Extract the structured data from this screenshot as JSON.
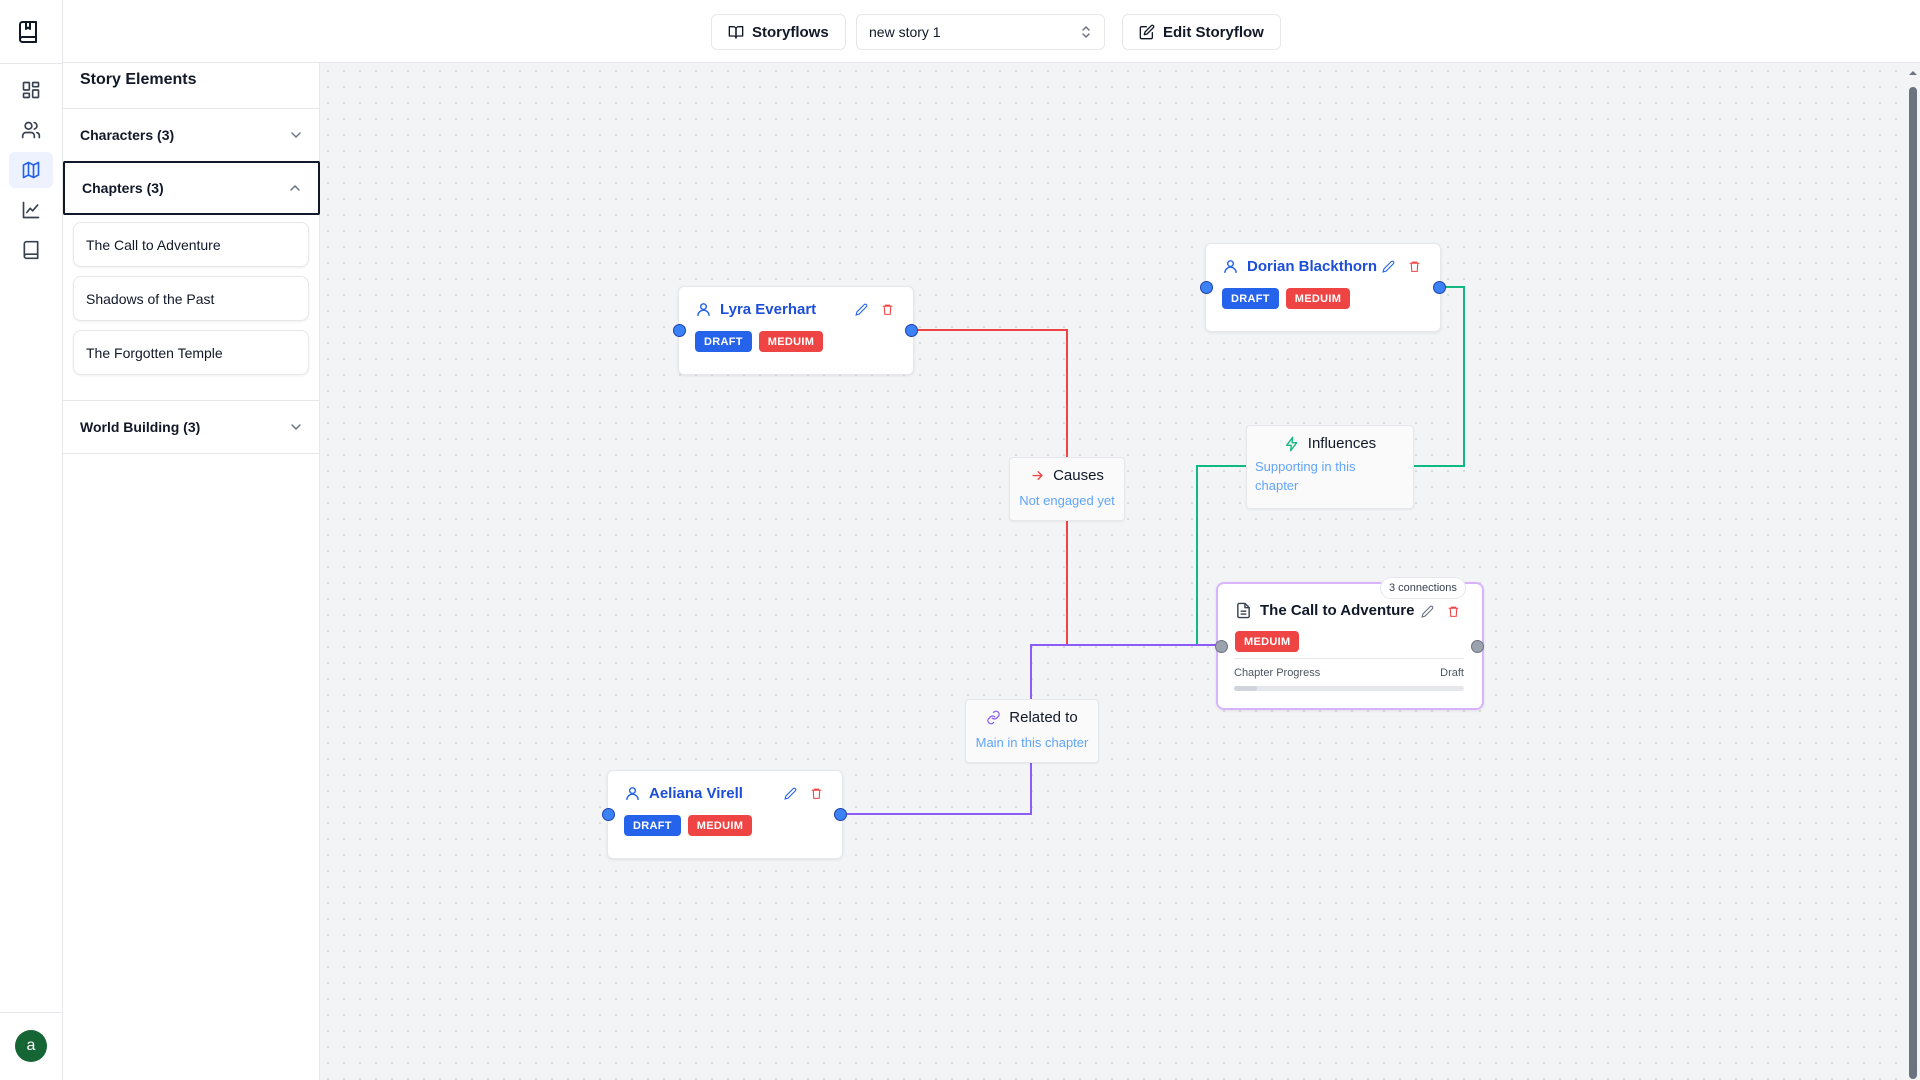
{
  "app": {
    "logo_icon": "book-bookmark-icon",
    "user_initial": "a"
  },
  "rail": {
    "items": [
      {
        "name": "dashboard",
        "icon": "grid-icon"
      },
      {
        "name": "characters",
        "icon": "users-icon"
      },
      {
        "name": "storymap",
        "icon": "map-icon",
        "active": true
      },
      {
        "name": "analytics",
        "icon": "chart-line-icon"
      },
      {
        "name": "library",
        "icon": "book-icon"
      }
    ]
  },
  "topbar": {
    "storyflows_label": "Storyflows",
    "story_select_value": "new story 1",
    "edit_label": "Edit Storyflow"
  },
  "sidebar": {
    "title": "Story Elements",
    "characters_label": "Characters (3)",
    "chapters_label": "Chapters (3)",
    "world_label": "World Building (3)",
    "chapters": [
      "The Call to Adventure",
      "Shadows of the Past",
      "The Forgotten Temple"
    ]
  },
  "canvas": {
    "nodes": {
      "lyra": {
        "name": "Lyra Everhart",
        "tags": [
          "DRAFT",
          "MEDUIM"
        ]
      },
      "dorian": {
        "name": "Dorian Blackthorn",
        "tags": [
          "DRAFT",
          "MEDUIM"
        ]
      },
      "aeliana": {
        "name": "Aeliana Virell",
        "tags": [
          "DRAFT",
          "MEDUIM"
        ]
      },
      "chapter": {
        "name": "The Call to Adventure",
        "tag": "MEDUIM",
        "connections": "3 connections",
        "progress_label": "Chapter Progress",
        "progress_status": "Draft",
        "progress_fraction": 0.1
      }
    },
    "edges": {
      "causes": {
        "label": "Causes",
        "sub": "Not engaged yet",
        "color": "#ef4444"
      },
      "influences": {
        "label": "Influences",
        "sub": "Supporting in this chapter",
        "color": "#10b981"
      },
      "related": {
        "label": "Related to",
        "sub": "Main in this chapter",
        "color": "#8b5cf6"
      }
    }
  },
  "colors": {
    "accent": "#2563eb",
    "danger": "#ef4444",
    "chapter_border": "#d8b4fe"
  }
}
